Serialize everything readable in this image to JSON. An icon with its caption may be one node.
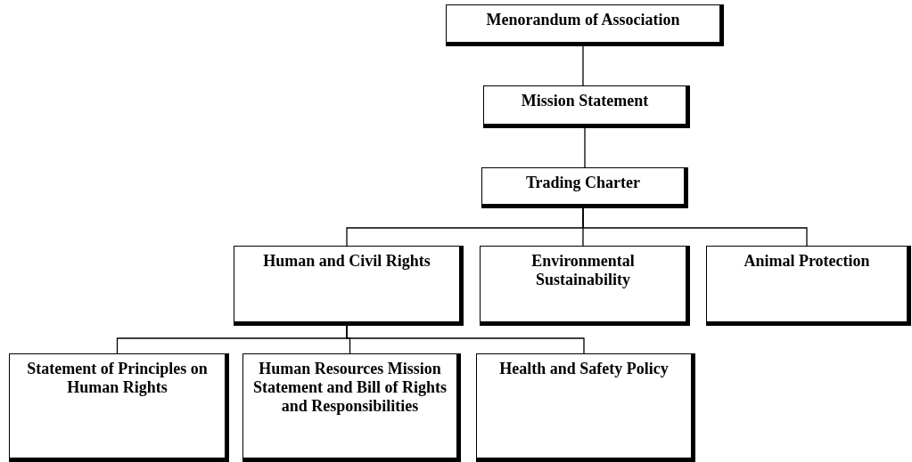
{
  "diagram": {
    "nodes": [
      {
        "text": [
          "Menorandum of Association"
        ]
      },
      {
        "text": [
          "Mission Statement"
        ]
      },
      {
        "text": [
          "Trading Charter"
        ]
      },
      {
        "text": [
          "Human and Civil Rights"
        ]
      },
      {
        "text": [
          "Environmental Sustainability"
        ]
      },
      {
        "text": [
          "Animal Protection"
        ]
      },
      {
        "text": [
          "Statement of Principles on Human Rights"
        ]
      },
      {
        "text": [
          "Human Resources Mission Statement and Bill of Rights and Responsibilities"
        ]
      },
      {
        "text": [
          "Health and Safety Policy"
        ]
      }
    ],
    "edges": [
      {
        "from": 0,
        "to": 1,
        "arrow": "none"
      },
      {
        "from": 1,
        "to": 2,
        "arrow": "none"
      },
      {
        "from": 2,
        "to": 3,
        "arrow": "none"
      },
      {
        "from": 2,
        "to": 4,
        "arrow": "none"
      },
      {
        "from": 2,
        "to": 5,
        "arrow": "none"
      },
      {
        "from": 3,
        "to": 6,
        "arrow": "none"
      },
      {
        "from": 3,
        "to": 7,
        "arrow": "none"
      },
      {
        "from": 3,
        "to": 8,
        "arrow": "none"
      }
    ]
  }
}
